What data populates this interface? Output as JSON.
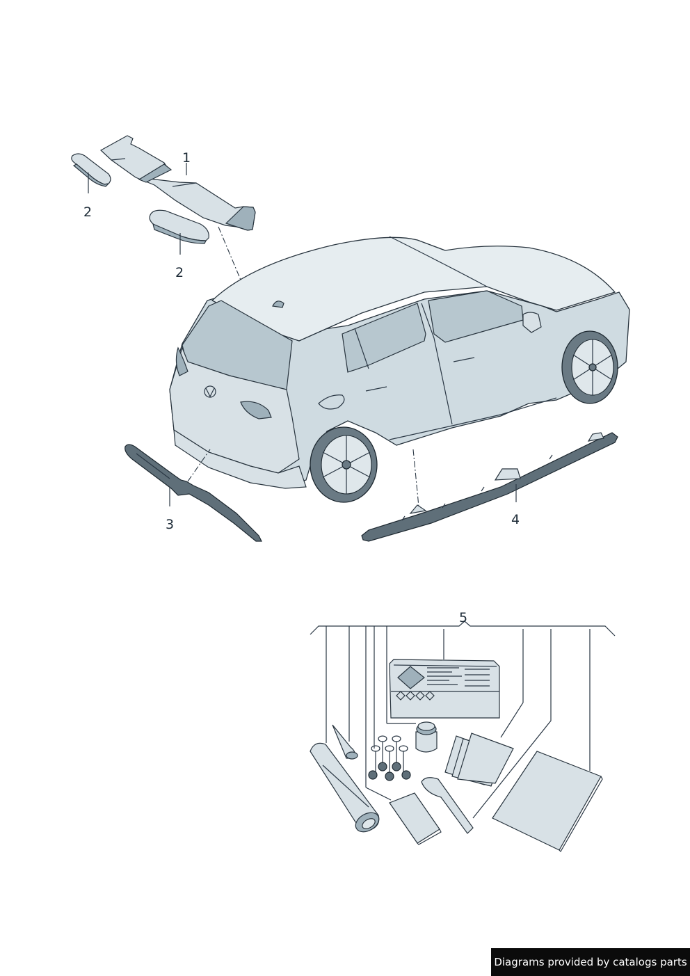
{
  "callouts": {
    "c1": "1",
    "c2a": "2",
    "c2b": "2",
    "c3": "3",
    "c4": "4",
    "c5": "5"
  },
  "footer": {
    "text": "Diagrams provided by catalogs parts"
  },
  "colors": {
    "line": "#2a3744",
    "part_fill": "#d8e1e6",
    "shade_fill": "#9fb1bb",
    "footer_bg": "#0b0b0b",
    "footer_text": "#ffffff"
  }
}
